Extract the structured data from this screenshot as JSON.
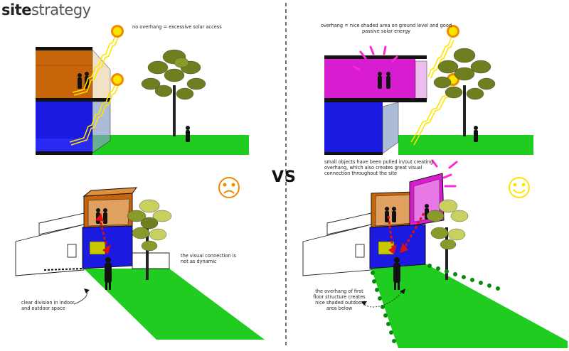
{
  "title": {
    "bold": "site",
    "light": "strategy"
  },
  "vs": "VS",
  "annotations": {
    "left_top": "no overhang = excessive solar access",
    "right_top": "overhang = nice shaded area on ground level and good passive solar energy",
    "middle_right": "small objects have been pulled in/out creating overhang, which also creates great visual connection throughout the site",
    "left_visual": "the visual connection is not as dynamic",
    "left_division": "clear division in indoor and outdoor space",
    "right_overhang": "the overhang of first floor structure creates nice shaded outdoor area below"
  },
  "faces": {
    "left": "sad",
    "right": "happy"
  },
  "colors": {
    "orange": "#c8650a",
    "blue": "#1a1ae0",
    "magenta": "#d81cd0",
    "grass": "#1fcc1f",
    "sun": "#ffe400",
    "sun_ring": "#f08a00",
    "tree": "#6f7f1f",
    "arrow": "#e01010"
  }
}
